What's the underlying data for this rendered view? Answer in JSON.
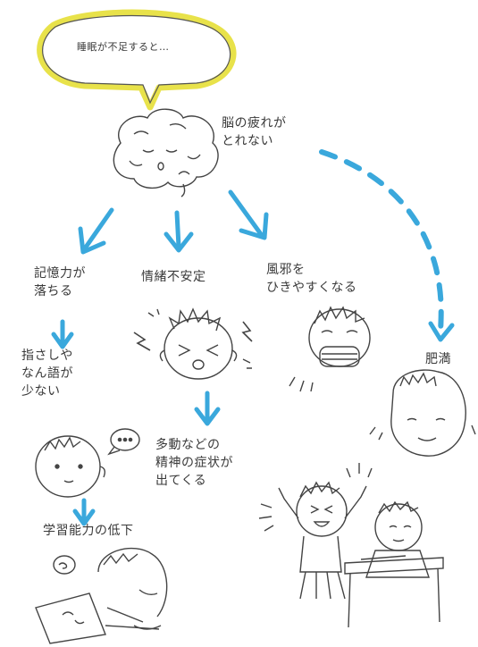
{
  "bubble": {
    "text": "睡眠が不足すると…"
  },
  "brain": {
    "label": "脳の疲れが\nとれない"
  },
  "effects": {
    "memory": "記憶力が\n落ちる",
    "emotion": "情緒不安定",
    "cold": "風邪を\nひきやすくなる",
    "obesity": "肥満"
  },
  "sub_effects": {
    "pointing": "指さしや\nなん語が\n少ない",
    "learning": "学習能力の低下",
    "hyperactivity": "多動などの\n精神の症状が\n出てくる"
  },
  "colors": {
    "arrow": "#3aa8dc",
    "highlight": "#e8e24a",
    "ink": "#444444"
  }
}
